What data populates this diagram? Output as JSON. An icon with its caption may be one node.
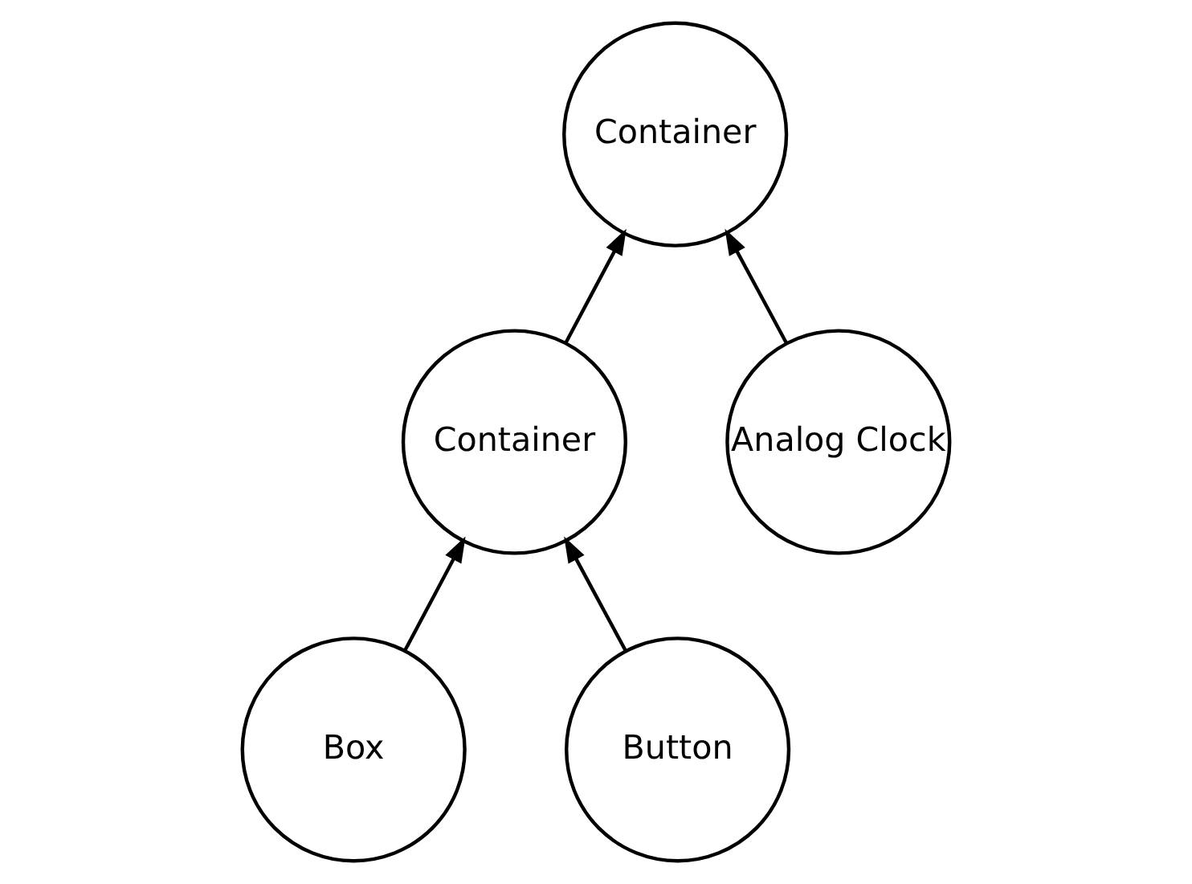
{
  "diagram": {
    "nodes": [
      {
        "text": [
          "Container"
        ]
      },
      {
        "text": [
          "Container"
        ]
      },
      {
        "text": [
          "Analog Clock"
        ]
      },
      {
        "text": [
          "Box"
        ]
      },
      {
        "text": [
          "Button"
        ]
      }
    ],
    "edges": [
      {
        "from": 1,
        "to": 0,
        "arrow": "to"
      },
      {
        "from": 2,
        "to": 0,
        "arrow": "to"
      },
      {
        "from": 3,
        "to": 1,
        "arrow": "to"
      },
      {
        "from": 4,
        "to": 1,
        "arrow": "to"
      }
    ]
  }
}
